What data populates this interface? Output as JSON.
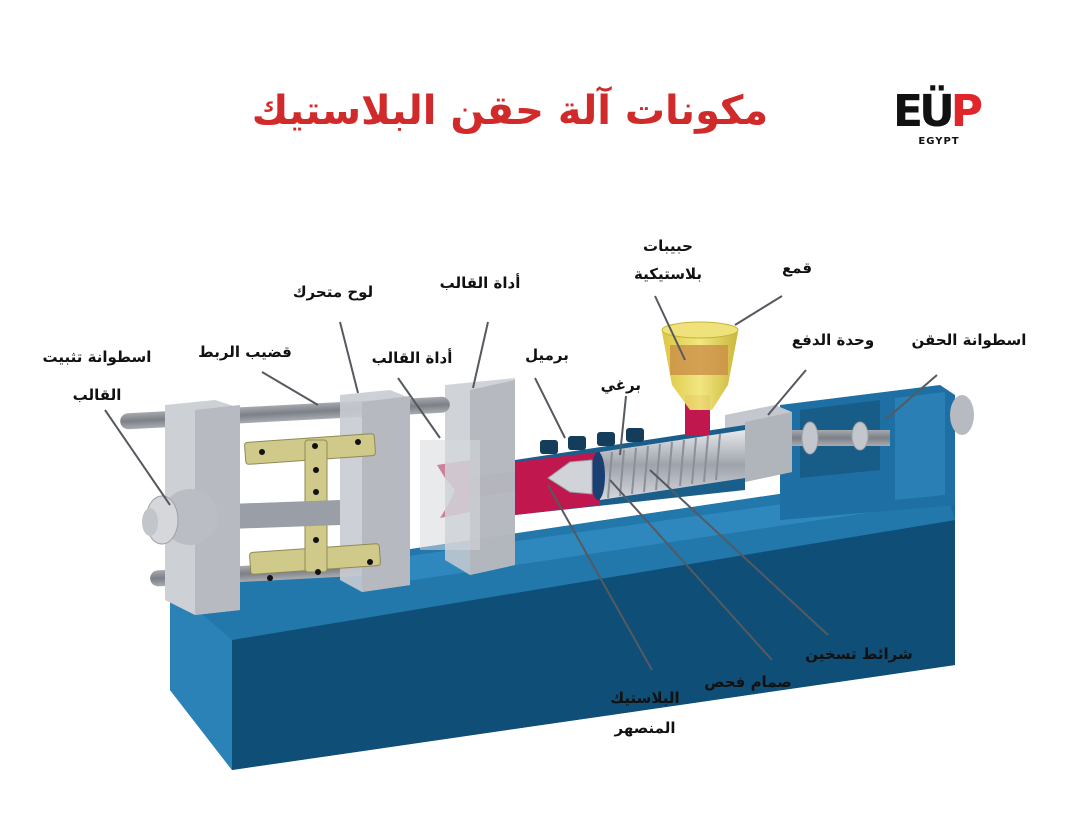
{
  "header": {
    "title": "مكونات آلة حقن البلاستيك",
    "title_color": "#d12a2a",
    "logo": {
      "mark_left": "E",
      "mark_mid": "Ü",
      "mark_right": "P",
      "subtitle": "EGYPT",
      "accent": "#e0262a"
    }
  },
  "diagram": {
    "colors": {
      "base_blue": "#1f6f9f",
      "base_dark": "#0f4f78",
      "platen_gray": "#c9ccd2",
      "toggle_khaki": "#cfc98a",
      "molten_plastic": "#c0174f",
      "hopper_yellow": "#e6d64a"
    },
    "labels": [
      {
        "id": "clamping-cylinder",
        "line1": "اسطوانة تثبيت",
        "line2": "القالب"
      },
      {
        "id": "tie-bar",
        "line1": "قضيب الربط"
      },
      {
        "id": "moving-platen",
        "line1": "لوح متحرك"
      },
      {
        "id": "mold-tool-front",
        "line1": "أداة القالب"
      },
      {
        "id": "mold-tool-back",
        "line1": "أداة القالب"
      },
      {
        "id": "barrel",
        "line1": "برميل"
      },
      {
        "id": "screw",
        "line1": "برغي"
      },
      {
        "id": "plastic-granules",
        "line1": "حبيبات",
        "line2": "بلاستيكية"
      },
      {
        "id": "hopper",
        "line1": "قمع"
      },
      {
        "id": "drive-unit",
        "line1": "وحدة الدفع"
      },
      {
        "id": "injection-cylinder",
        "line1": "اسطوانة الحقن"
      },
      {
        "id": "heater-bands",
        "line1": "شرائط تسخين"
      },
      {
        "id": "check-valve",
        "line1": "صمام فحص"
      },
      {
        "id": "molten-plastic",
        "line1": "البلاستيك",
        "line2": "المنصهر"
      }
    ]
  }
}
